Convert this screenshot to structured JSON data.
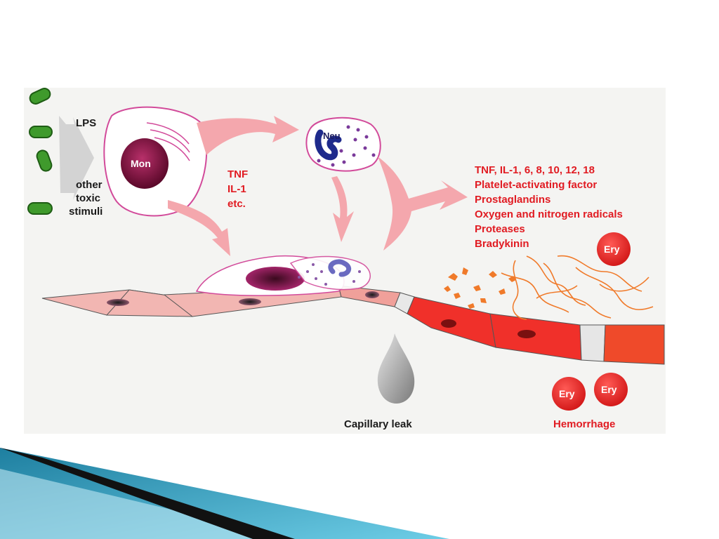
{
  "stimuli": {
    "lps": "LPS",
    "other": [
      "other",
      "toxic",
      "stimuli"
    ]
  },
  "cells": {
    "monocyte": "Mon",
    "neutrophil": "Neu",
    "erythrocyte": "Ery"
  },
  "cytokines_from_mon": [
    "TNF",
    "IL-1",
    "etc."
  ],
  "mediators": [
    "TNF, IL-1, 6, 8, 10, 12, 18",
    "Platelet-activating factor",
    "Prostaglandins",
    "Oxygen and nitrogen radicals",
    "Proteases",
    "Bradykinin"
  ],
  "outcomes": {
    "leak": "Capillary leak",
    "hemorrhage": "Hemorrhage"
  },
  "colors": {
    "bacteria": "#3f9a2c",
    "arrow_pink": "#f4a7ad",
    "mediator_red": "#e11b22",
    "monocyte_nucleus": "#7a0f3a",
    "neutrophil_nucleus": "#1e2a8c",
    "vessel_healthy": "#f2b6b2",
    "vessel_damaged": "#f0302a",
    "fibrin": "#f07a2a",
    "slide_teal": "#2aa6c8"
  }
}
